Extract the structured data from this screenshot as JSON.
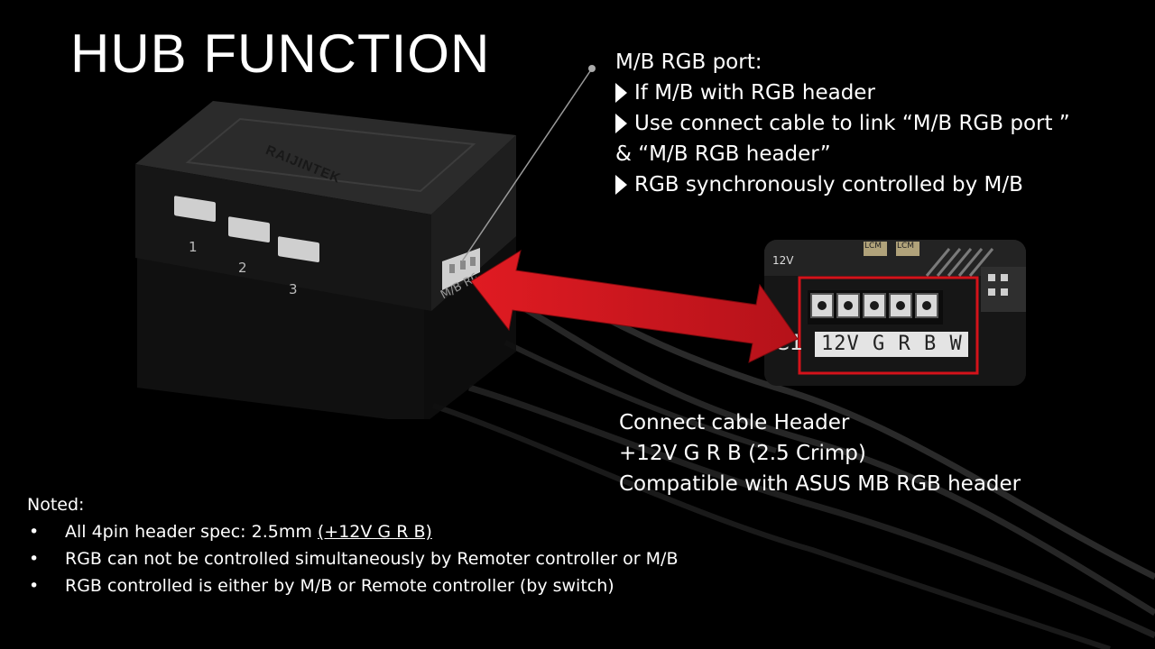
{
  "title": "HUB FUNCTION",
  "hub": {
    "brand": "RAIJINTEK",
    "port_numbers": [
      "1",
      "2",
      "3"
    ],
    "mb_port_label": "M/B RGB"
  },
  "callout": {
    "heading": "M/B RGB port:",
    "lines": [
      "If M/B with RGB header",
      "Use connect cable to link “M/B RGB port ”",
      "& “M/B RGB header”",
      "RGB synchronously controlled by M/B"
    ]
  },
  "photo": {
    "header_label": "12V G R B W",
    "side_label": "C1",
    "voltage_label": "12V",
    "small_labels": [
      "LCM",
      "LCM"
    ]
  },
  "connect": {
    "line1": "Connect cable Header",
    "line2": "+12V G R B (2.5 Crimp)",
    "line3": "Compatible with ASUS MB RGB header"
  },
  "notes": {
    "heading": "Noted:",
    "item1_prefix": "All 4pin header spec: 2.5mm ",
    "item1_underlined": "(+12V G R B)",
    "item2": "RGB can not be controlled simultaneously by Remoter controller or M/B",
    "item3": "RGB controlled is either by M/B or Remote controller (by switch)"
  },
  "colors": {
    "background": "#000000",
    "arrow": "#c8141b",
    "highlight_box": "#d4121a",
    "text": "#ffffff"
  }
}
